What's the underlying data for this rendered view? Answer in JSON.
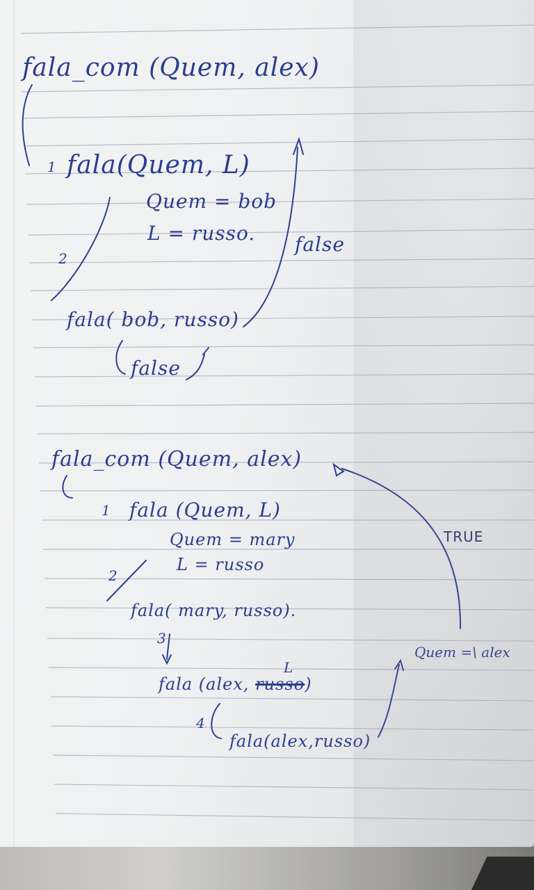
{
  "section1": {
    "header": "fala_com (Quem, alex)",
    "step1_label": "1",
    "call1": "fala(Quem, L)",
    "binding_quem": "Quem = bob",
    "binding_l": "L = russo.",
    "result_label": "false",
    "step2_label": "2",
    "call2": "fala( bob, russo)",
    "result2": "false"
  },
  "section2": {
    "header": "fala_com (Quem, alex)",
    "step1_label": "1",
    "call1": "fala (Quem, L)",
    "binding_quem": "Quem = mary",
    "binding_l": "L = russo",
    "step2_label": "2",
    "call2": "fala( mary, russo).",
    "step3_label": "3",
    "call3_prefix": "fala (alex,",
    "call3_replacement": "L",
    "call3_struck": "russo",
    "call3_suffix": ")",
    "step4_label": "4",
    "call4": "fala(alex,russo)",
    "true_label": "TRUE",
    "condition": "Quem =\\ alex"
  },
  "colors": {
    "ink": "#2c3d8f",
    "ruling": "#9aa3b5",
    "paper": "#eef0f1"
  }
}
